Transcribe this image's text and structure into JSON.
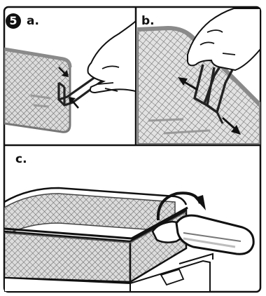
{
  "step_number": "5",
  "panels": [
    {
      "label": "a."
    },
    {
      "label": "b."
    },
    {
      "label": "c."
    }
  ],
  "colors": {
    "outline": "#1a1a1a",
    "mesh": "#6e6e6e",
    "mesh_fill": "#d9d9d9",
    "handle": "#2b2b2b",
    "highlight": "#bdbdbd"
  },
  "icons": [
    "squeeze-arrows-icon",
    "direction-arrow-icon",
    "rotate-arrow-icon"
  ]
}
